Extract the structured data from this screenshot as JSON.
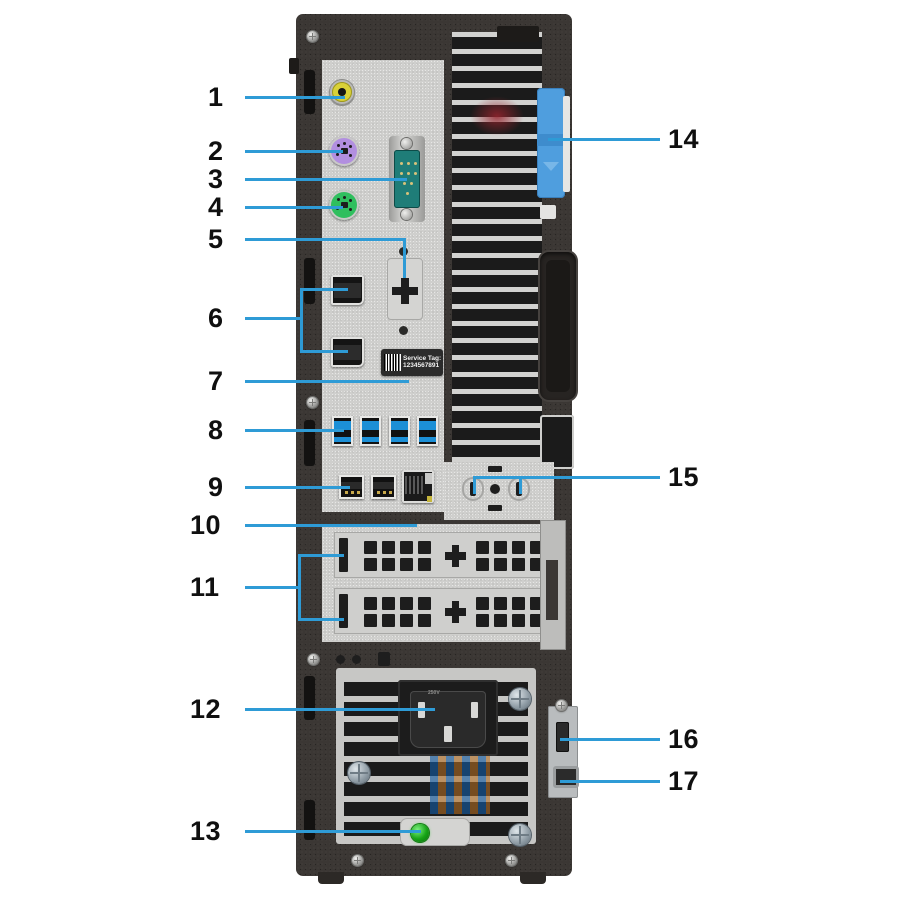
{
  "diagram": {
    "title": "Desktop rear panel callout diagram",
    "subject": "small-form-factor desktop computer back view",
    "callout_line_color": "#2e9bd6",
    "callout_number_color": "#101010"
  },
  "service_tag": {
    "label": "Service Tag:",
    "value": "1234567891",
    "icon": "qr-code-icon"
  },
  "callouts": [
    {
      "n": "1",
      "side": "left",
      "target": "line-out-audio-port"
    },
    {
      "n": "2",
      "side": "left",
      "target": "ps2-keyboard-port"
    },
    {
      "n": "3",
      "side": "left",
      "target": "serial-port"
    },
    {
      "n": "4",
      "side": "left",
      "target": "ps2-mouse-port"
    },
    {
      "n": "5",
      "side": "left",
      "target": "expansion-knockout-slot"
    },
    {
      "n": "6",
      "side": "left",
      "target": "displayport-connectors"
    },
    {
      "n": "7",
      "side": "left",
      "target": "service-tag-label"
    },
    {
      "n": "8",
      "side": "left",
      "target": "usb-3-0-ports"
    },
    {
      "n": "9",
      "side": "left",
      "target": "usb-2-0-ports"
    },
    {
      "n": "10",
      "side": "left",
      "target": "network-rj45-port"
    },
    {
      "n": "11",
      "side": "left",
      "target": "expansion-card-slots"
    },
    {
      "n": "12",
      "side": "left",
      "target": "power-connector-port"
    },
    {
      "n": "13",
      "side": "left",
      "target": "power-supply-diagnostic-light"
    },
    {
      "n": "14",
      "side": "right",
      "target": "cover-release-latch"
    },
    {
      "n": "15",
      "side": "right",
      "target": "antenna-knockout-slots"
    },
    {
      "n": "16",
      "side": "right",
      "target": "security-cable-slot"
    },
    {
      "n": "17",
      "side": "right",
      "target": "padlock-ring"
    }
  ],
  "ports": {
    "line_out": {
      "name": "line-out-audio-port",
      "color": "#d9d137"
    },
    "ps2_keyboard": {
      "name": "ps2-keyboard-port",
      "color": "#b28fe0"
    },
    "ps2_mouse": {
      "name": "ps2-mouse-port",
      "color": "#2fbf5e"
    },
    "serial": {
      "name": "serial-port",
      "color": "#1f7d78"
    },
    "displayport_count": 2,
    "usb3_count": 4,
    "usb3_color": "#1c8fd6",
    "usb2_count": 2,
    "network": {
      "name": "network-rj45-port",
      "led_color": "#c6b63c"
    },
    "expansion_slot_count": 2
  },
  "power": {
    "connector": "iec-c14-power-connector",
    "diagnostic_light_color": "#16a416"
  },
  "latch": {
    "name": "cover-release-latch",
    "color": "#4f9ede",
    "arrow": "down-arrow-icon"
  }
}
